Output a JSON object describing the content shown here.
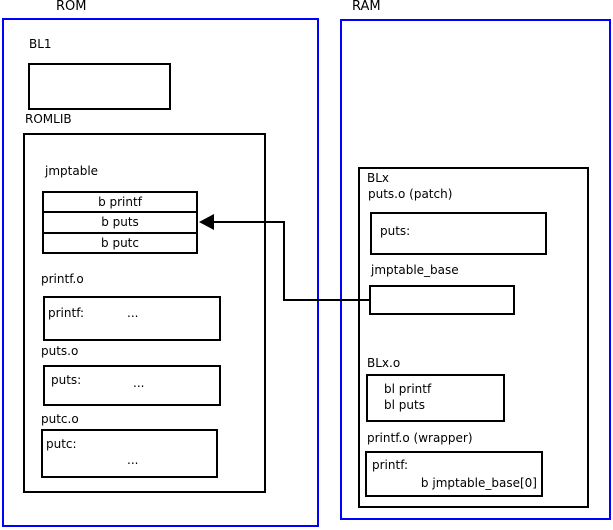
{
  "diagram": {
    "rom": {
      "label": "ROM",
      "bl1": {
        "label": "BL1"
      },
      "romlib": {
        "label": "ROMLIB",
        "jmptable": {
          "label": "jmptable",
          "rows": [
            "b printf",
            "b puts",
            "b putc"
          ]
        },
        "printf_o": {
          "label": "printf.o",
          "symbol": "printf:",
          "ellipsis": "..."
        },
        "puts_o": {
          "label": "puts.o",
          "symbol": "puts:",
          "ellipsis": "..."
        },
        "putc_o": {
          "label": "putc.o",
          "symbol": "putc:",
          "ellipsis": "..."
        }
      }
    },
    "ram": {
      "label": "RAM",
      "blx": {
        "label": "BLx",
        "puts_patch": {
          "label": "puts.o (patch)",
          "symbol": "puts:"
        },
        "jmptable_base": {
          "label": "jmptable_base"
        },
        "blx_o": {
          "label": "BLx.o",
          "line1": "bl printf",
          "line2": "bl puts"
        },
        "printf_wrapper": {
          "label": "printf.o (wrapper)",
          "symbol": "printf:",
          "branch": "b jmptable_base[0]"
        }
      }
    },
    "colors": {
      "container_border": "#0000ff",
      "box_border": "#000000",
      "arrow": "#000000",
      "background": "#ffffff"
    }
  }
}
